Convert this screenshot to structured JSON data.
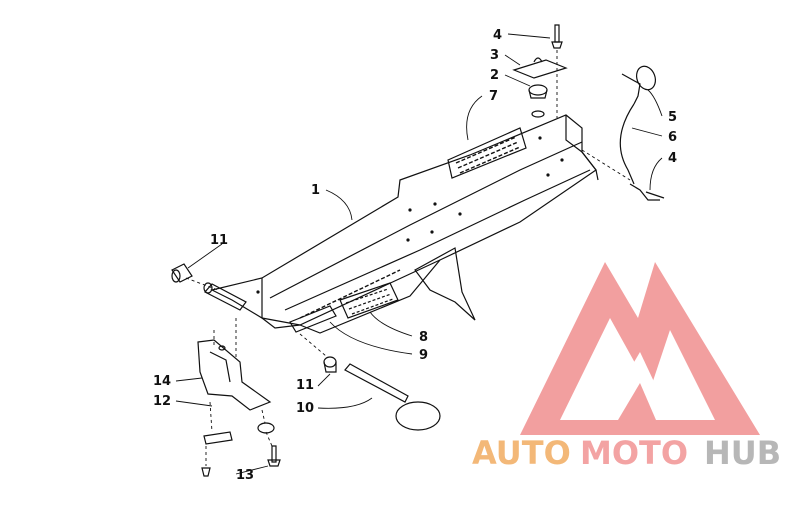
{
  "callouts": [
    {
      "id": "c4a",
      "label": "4"
    },
    {
      "id": "c3",
      "label": "3"
    },
    {
      "id": "c2",
      "label": "2"
    },
    {
      "id": "c7",
      "label": "7"
    },
    {
      "id": "c5",
      "label": "5"
    },
    {
      "id": "c6",
      "label": "6"
    },
    {
      "id": "c4b",
      "label": "4"
    },
    {
      "id": "c1",
      "label": "1"
    },
    {
      "id": "c11a",
      "label": "11"
    },
    {
      "id": "c8",
      "label": "8"
    },
    {
      "id": "c9",
      "label": "9"
    },
    {
      "id": "c14",
      "label": "14"
    },
    {
      "id": "c11b",
      "label": "11"
    },
    {
      "id": "c12",
      "label": "12"
    },
    {
      "id": "c10",
      "label": "10"
    },
    {
      "id": "c13",
      "label": "13"
    }
  ],
  "watermark": {
    "part1": "AUTO",
    "part2": "MOTO",
    "part3": "HUB",
    "colors": {
      "auto": "#f3b878",
      "moto": "#f3a3a3",
      "hub": "#b7b7b7",
      "logo": "#f08f8f"
    }
  }
}
